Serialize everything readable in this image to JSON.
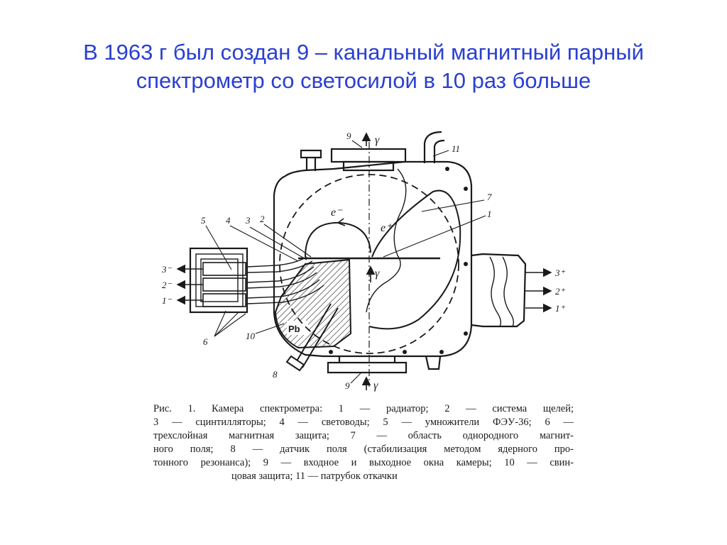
{
  "slide": {
    "title_lines": [
      "В 1963 г был создан 9 – канальный магнитный парный",
      "спектрометр со светосилой в 10 раз больше"
    ]
  },
  "diagram": {
    "labels": {
      "n1": "1",
      "n2": "2",
      "n3": "3",
      "n4": "4",
      "n5": "5",
      "n6": "6",
      "n7": "7",
      "n8": "8",
      "n9_top": "9",
      "n9_bottom": "9",
      "n10": "10",
      "n11": "11",
      "gamma_top": "γ",
      "gamma_mid": "γ",
      "gamma_bottom": "γ",
      "electron": "e⁻",
      "positron": "e⁺",
      "pb": "Pb",
      "out_left_3": "3⁻",
      "out_left_2": "2⁻",
      "out_left_1": "1⁻",
      "out_right_3": "3⁺",
      "out_right_2": "2⁺",
      "out_right_1": "1⁺"
    }
  },
  "caption": {
    "lines": [
      "Рис. 1. Камера спектрометра: 1 — радиатор; 2 — система щелей;",
      "3 — сцинтилляторы; 4 — световоды; 5 — умножители ФЭУ-36; 6 —",
      "трехслойная магнитная защита; 7 — область однородного магнит-",
      "ного поля; 8 — датчик поля (стабилизация методом ядерного про-",
      "тонного резонанса); 9 — входное и выходное окна камеры; 10 — свин-",
      "цовая защита; 11 — патрубок откачки"
    ]
  },
  "colors": {
    "title": "#2a3fd1",
    "ink": "#1a1a1a"
  }
}
